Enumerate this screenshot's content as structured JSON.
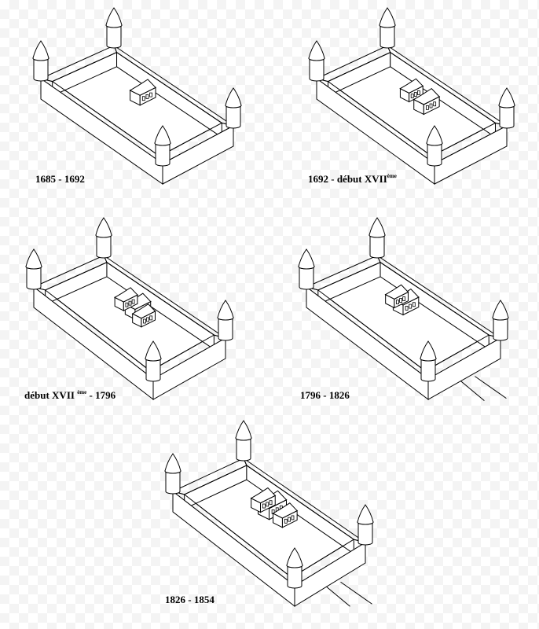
{
  "panels": [
    {
      "label": "1685 - 1692",
      "sup": "",
      "suffix": ""
    },
    {
      "label": "1692  - début XVII",
      "sup": "ème",
      "suffix": ""
    },
    {
      "label": "début XVII ",
      "sup": "ème",
      "suffix": " - 1796"
    },
    {
      "label": "1796 - 1826",
      "sup": "",
      "suffix": ""
    },
    {
      "label": "1826 - 1854",
      "sup": "",
      "suffix": ""
    }
  ],
  "colors": {
    "line": "#000000",
    "fill": "#ffffff"
  }
}
